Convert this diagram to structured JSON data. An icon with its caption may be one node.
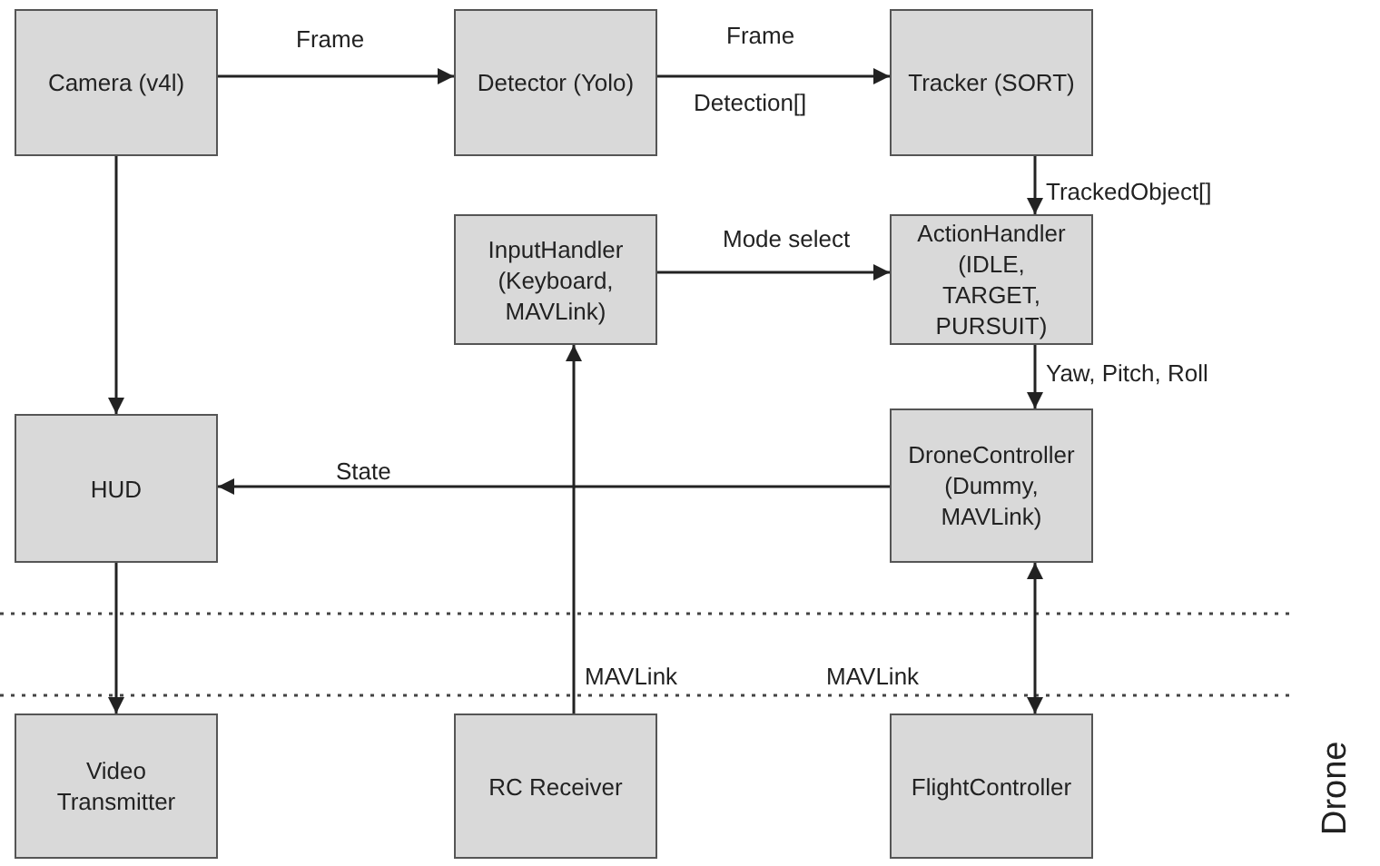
{
  "diagram": {
    "nodes": [
      {
        "text": [
          "Camera (v4l)"
        ]
      },
      {
        "text": [
          "Detector (Yolo)"
        ]
      },
      {
        "text": [
          "Tracker (SORT)"
        ]
      },
      {
        "text": [
          "InputHandler (Keyboard, MAVLink)"
        ]
      },
      {
        "text": [
          "ActionHandler (IDLE, TARGET, PURSUIT)"
        ]
      },
      {
        "text": [
          "HUD"
        ]
      },
      {
        "text": [
          "DroneController (Dummy, MAVLink)"
        ]
      },
      {
        "text": [
          "Video Transmitter"
        ]
      },
      {
        "text": [
          "RC Receiver"
        ]
      },
      {
        "text": [
          "FlightController"
        ]
      }
    ],
    "edges": [
      {
        "from": 0,
        "to": 1,
        "arrow": "to",
        "label": "Frame"
      },
      {
        "from": 1,
        "to": 2,
        "arrow": "to",
        "label": "Frame"
      },
      {
        "from": 2,
        "to": 4,
        "arrow": "to",
        "label": "TrackedObject[]"
      },
      {
        "from": 3,
        "to": 4,
        "arrow": "to",
        "label": "Mode select"
      },
      {
        "from": 4,
        "to": 6,
        "arrow": "to",
        "label": "Yaw, Pitch, Roll"
      },
      {
        "from": 6,
        "to": 5,
        "arrow": "to",
        "label": "State"
      },
      {
        "from": 0,
        "to": 5,
        "arrow": "to"
      },
      {
        "from": 5,
        "to": 7,
        "arrow": "to"
      },
      {
        "from": 8,
        "to": 3,
        "arrow": "to",
        "label": "MAVLink"
      },
      {
        "from": 6,
        "to": 9,
        "arrow": "both",
        "label": "MAVLink"
      }
    ],
    "labels": [
      "Detection[]",
      "Drone"
    ]
  }
}
